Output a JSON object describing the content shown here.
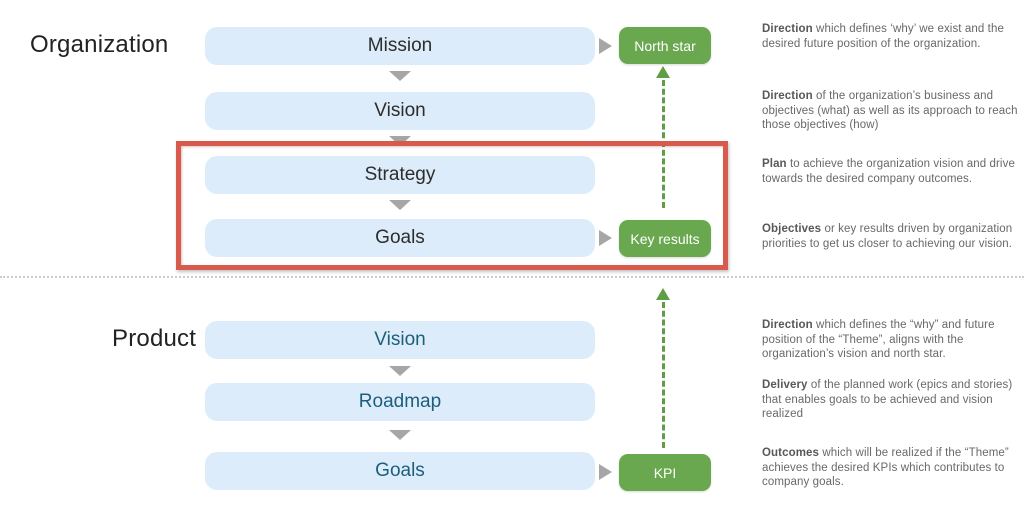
{
  "colors": {
    "box_blue": "#ddecfa",
    "badge_green": "#69a84f",
    "arrow_green": "#5f9e44",
    "highlight_red": "#d75a4d",
    "connector_gray": "#a6a6a6",
    "org_box_text": "#2d2d2d",
    "product_box_text": "#1d5f7b",
    "description_text": "#686868"
  },
  "organization": {
    "title": "Organization",
    "boxes": [
      {
        "label": "Mission"
      },
      {
        "label": "Vision"
      },
      {
        "label": "Strategy"
      },
      {
        "label": "Goals"
      }
    ],
    "badges": [
      {
        "label": "North star"
      },
      {
        "label": "Key results"
      }
    ],
    "descriptions": [
      {
        "lead": "Direction",
        "rest": " which defines ‘why’ we exist and the desired future position of the organization."
      },
      {
        "lead": "Direction",
        "rest": " of the organization’s business and objectives (what) as well as its approach to reach those objectives (how)"
      },
      {
        "lead": "Plan",
        "rest": " to achieve the organization vision and drive towards the desired company outcomes."
      },
      {
        "lead": "Objectives",
        "rest": " or key results driven by organization priorities to get us closer to achieving our vision."
      }
    ]
  },
  "product": {
    "title": "Product",
    "boxes": [
      {
        "label": "Vision"
      },
      {
        "label": "Roadmap"
      },
      {
        "label": "Goals"
      }
    ],
    "badges": [
      {
        "label": "KPI"
      }
    ],
    "descriptions": [
      {
        "lead": "Direction",
        "rest": " which defines the “why” and future position of the “Theme”, aligns with the organization’s vision and north star."
      },
      {
        "lead": "Delivery",
        "rest": " of the planned work (epics and stories) that enables goals to be achieved and vision realized"
      },
      {
        "lead": "Outcomes",
        "rest": " which will be realized if the “Theme” achieves the desired KPIs which contributes to company goals."
      }
    ]
  }
}
